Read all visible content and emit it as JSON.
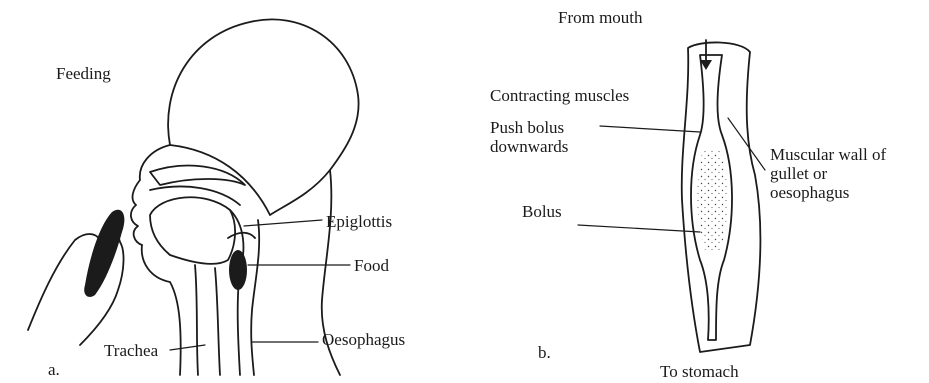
{
  "panel_a": {
    "title": "Feeding",
    "epiglottis": "Epiglottis",
    "food": "Food",
    "oesophagus": "Oesophagus",
    "trachea": "Trachea",
    "letter": "a."
  },
  "panel_b": {
    "from_mouth": "From mouth",
    "contracting": "Contracting muscles",
    "push_bolus": "Push bolus\ndownwards",
    "muscular_wall": "Muscular wall of\ngullet or\noesophagus",
    "bolus": "Bolus",
    "letter": "b.",
    "to_stomach": "To stomach"
  },
  "colors": {
    "ink": "#1b1b1b",
    "paper": "#ffffff"
  }
}
